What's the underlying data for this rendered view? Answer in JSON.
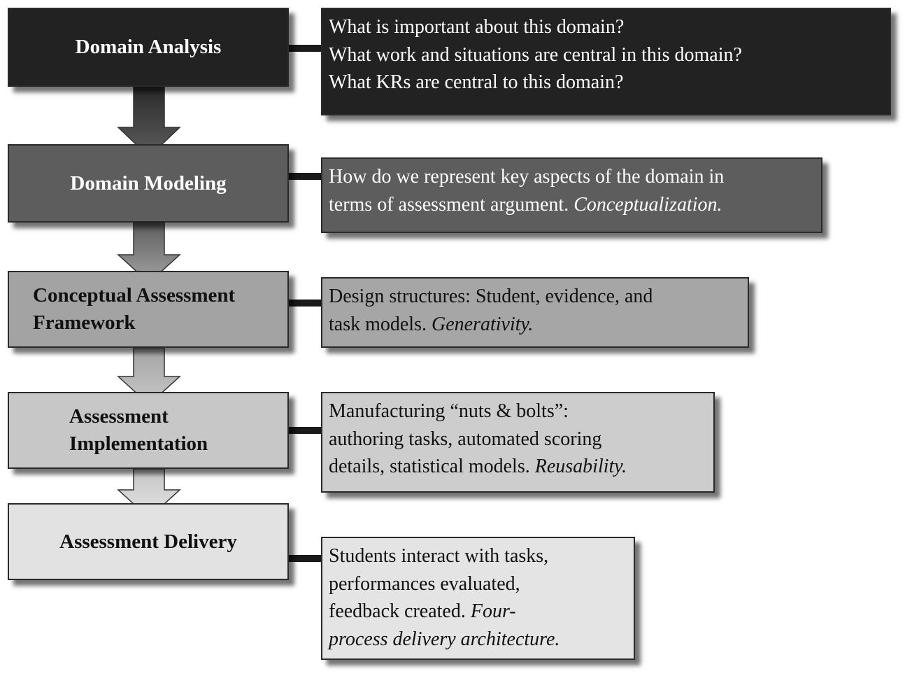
{
  "stages": [
    {
      "label_lines": [
        "Domain Analysis"
      ]
    },
    {
      "label_lines": [
        "Domain  Modeling"
      ]
    },
    {
      "label_lines": [
        "Conceptual Assessment",
        "Framework"
      ]
    },
    {
      "label_lines": [
        "Assessment",
        "Implementation"
      ]
    },
    {
      "label_lines": [
        "Assessment  Delivery"
      ]
    }
  ],
  "descriptions": [
    {
      "lines": [
        {
          "text": "What  is important  about this domain?",
          "italic": ""
        },
        {
          "text": "What  work and situations are central  in this domain?",
          "italic": ""
        },
        {
          "text": "What  KRs are central  to this domain?",
          "italic": ""
        }
      ]
    },
    {
      "lines": [
        {
          "text": "How do we represent  key aspects  of the  domain  in",
          "italic": ""
        },
        {
          "text": "terms of assessment  argument. ",
          "italic": "Conceptualization."
        }
      ]
    },
    {
      "lines": [
        {
          "text": "Design  structures: Student,  evidence,  and",
          "italic": ""
        },
        {
          "text": "task models.  ",
          "italic": "Generativity."
        }
      ]
    },
    {
      "lines": [
        {
          "text": "Manufacturing  “nuts & bolts”:",
          "italic": ""
        },
        {
          "text": "authoring tasks, automated scoring",
          "italic": ""
        },
        {
          "text": "details,  statistical models.  ",
          "italic": "Reusability."
        }
      ]
    },
    {
      "lines": [
        {
          "text": "Students  interact  with tasks,",
          "italic": ""
        },
        {
          "text": "performances  evaluated,",
          "italic": ""
        },
        {
          "text": "feedback  created.  ",
          "italic": "Four-"
        },
        {
          "text": "",
          "italic": "process delivery architecture."
        }
      ]
    }
  ]
}
